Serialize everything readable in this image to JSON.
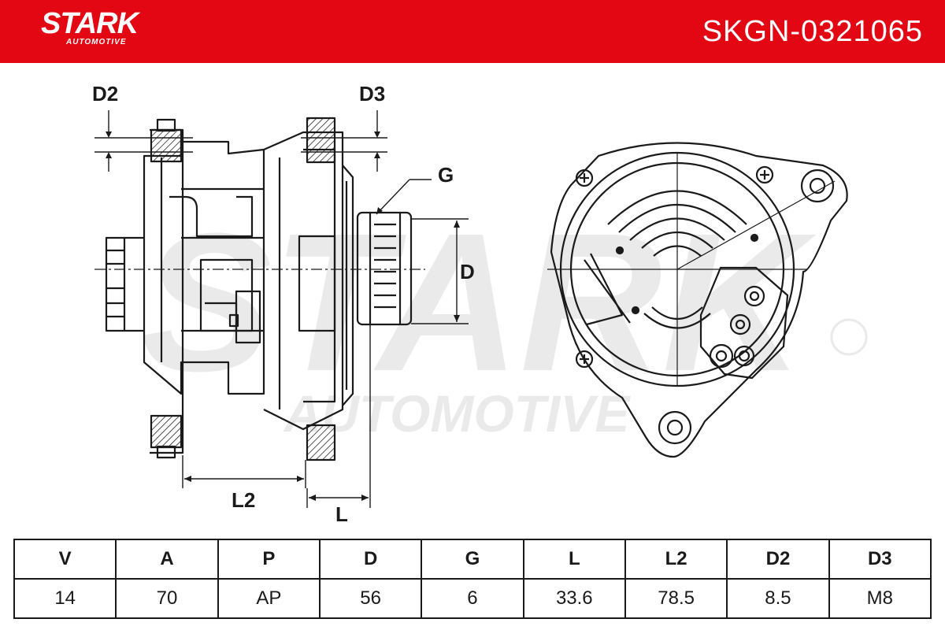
{
  "header": {
    "brand": "STARK",
    "brand_sub": "AUTOMOTIVE",
    "part_number": "SKGN-0321065",
    "brand_color": "#e30613"
  },
  "watermark": {
    "line1": "STARK",
    "line2": "AUTOMOTIVE"
  },
  "diagram": {
    "labels": {
      "d2": "D2",
      "d3": "D3",
      "g": "G",
      "d": "D",
      "l2": "L2",
      "l": "L"
    }
  },
  "specs": {
    "headers": [
      "V",
      "A",
      "P",
      "D",
      "G",
      "L",
      "L2",
      "D2",
      "D3"
    ],
    "values": [
      "14",
      "70",
      "AP",
      "56",
      "6",
      "33.6",
      "78.5",
      "8.5",
      "M8"
    ]
  }
}
